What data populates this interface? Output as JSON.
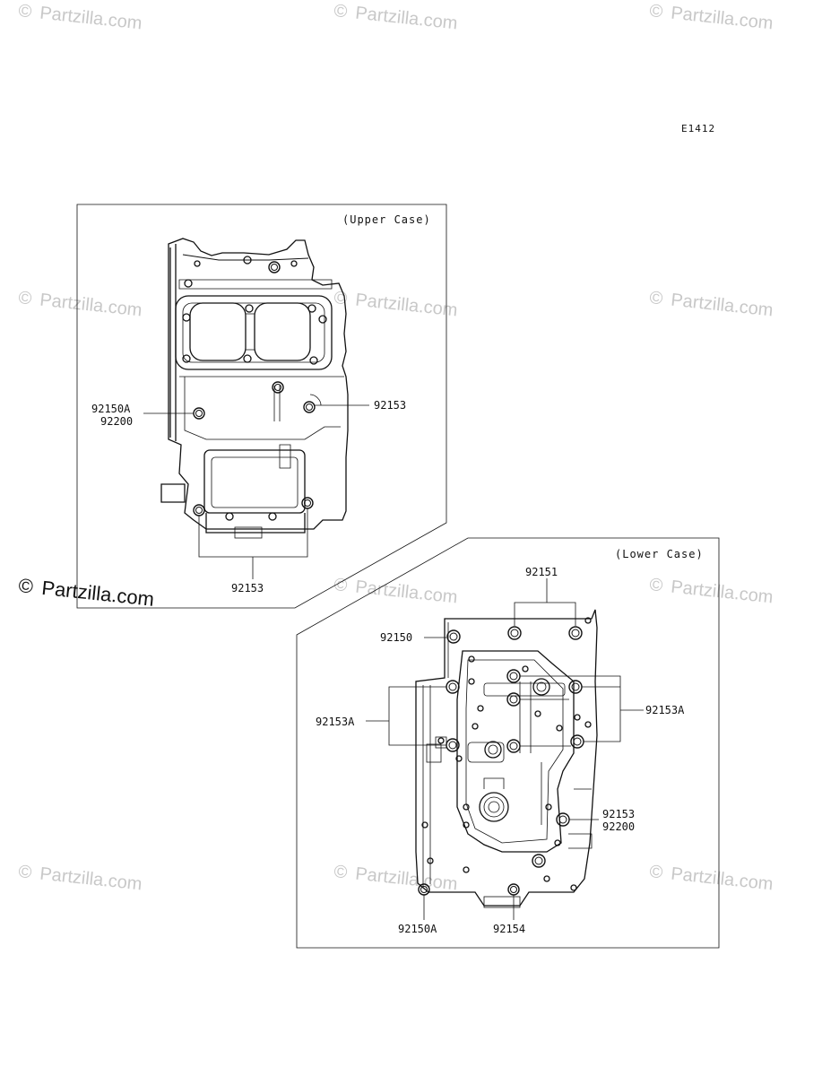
{
  "diagram_code": "E1412",
  "upper_case": {
    "title": "(Upper Case)",
    "labels": {
      "p92150a": "92150A",
      "p92200": "92200",
      "p92153_right": "92153",
      "p92153_bottom": "92153"
    }
  },
  "lower_case": {
    "title": "(Lower Case)",
    "labels": {
      "p92151": "92151",
      "p92150": "92150",
      "p92153a_left": "92153A",
      "p92153a_right": "92153A",
      "p92153": "92153",
      "p92200": "92200",
      "p92150a": "92150A",
      "p92154": "92154"
    }
  },
  "watermark": {
    "symbol": "©",
    "text": "Partzilla.com",
    "big_symbol": "©",
    "big_text": "Partzilla.com"
  },
  "colors": {
    "line": "#111111",
    "watermark": "#c8c8c8",
    "watermark_big": "#111111"
  }
}
